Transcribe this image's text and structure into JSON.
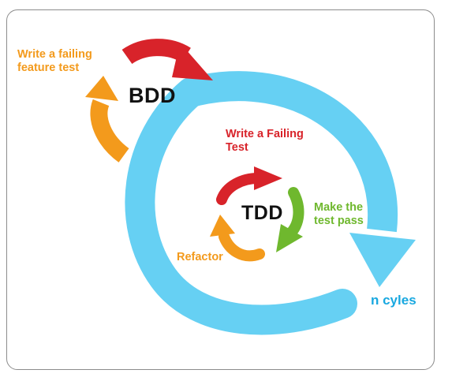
{
  "labels": {
    "bdd_step": "Write a failing feature test",
    "bdd_title": "BDD",
    "tdd_write": "Write a Failing Test",
    "tdd_title": "TDD",
    "tdd_make": "Make the test pass",
    "tdd_refactor": "Refactor",
    "n_cycles": "n cyles"
  },
  "colors": {
    "blue": "#66d0f3",
    "red": "#d8232a",
    "orange": "#f39a1c",
    "green": "#6fb82e"
  }
}
